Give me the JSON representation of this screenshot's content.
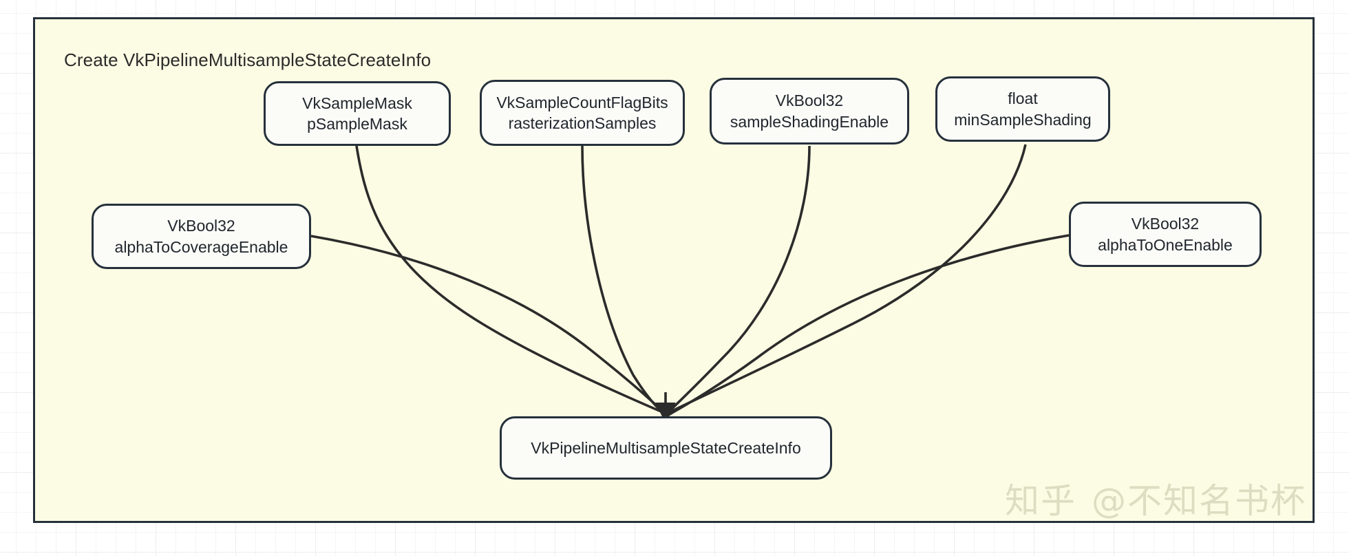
{
  "frame": {
    "title": "Create VkPipelineMultisampleStateCreateInfo",
    "fill_color": "#fcfce4",
    "border_color": "#25303b"
  },
  "canvas": {
    "background_color": "#ffffff",
    "grid_color": "#ededed"
  },
  "diagram": {
    "type": "flow",
    "edge_color": "#2b2b2b",
    "node_fill": "#fbfbf8",
    "node_border": "#25303b",
    "nodes": [
      {
        "id": "pSampleMask",
        "type_line": "VkSampleMask",
        "name_line": "pSampleMask"
      },
      {
        "id": "rasterizationSamples",
        "type_line": "VkSampleCountFlagBits",
        "name_line": "rasterizationSamples"
      },
      {
        "id": "sampleShadingEnable",
        "type_line": "VkBool32",
        "name_line": "sampleShadingEnable"
      },
      {
        "id": "minSampleShading",
        "type_line": "float",
        "name_line": "minSampleShading"
      },
      {
        "id": "alphaToCoverageEnable",
        "type_line": "VkBool32",
        "name_line": "alphaToCoverageEnable"
      },
      {
        "id": "alphaToOneEnable",
        "type_line": "VkBool32",
        "name_line": "alphaToOneEnable"
      }
    ],
    "target": {
      "id": "VkPipelineMultisampleStateCreateInfo",
      "label": "VkPipelineMultisampleStateCreateInfo"
    },
    "edges": [
      {
        "from": "pSampleMask",
        "to": "VkPipelineMultisampleStateCreateInfo"
      },
      {
        "from": "rasterizationSamples",
        "to": "VkPipelineMultisampleStateCreateInfo"
      },
      {
        "from": "sampleShadingEnable",
        "to": "VkPipelineMultisampleStateCreateInfo"
      },
      {
        "from": "minSampleShading",
        "to": "VkPipelineMultisampleStateCreateInfo"
      },
      {
        "from": "alphaToCoverageEnable",
        "to": "VkPipelineMultisampleStateCreateInfo"
      },
      {
        "from": "alphaToOneEnable",
        "to": "VkPipelineMultisampleStateCreateInfo"
      }
    ]
  },
  "watermark": {
    "logo": "知乎",
    "handle": "@不知名书杯"
  }
}
